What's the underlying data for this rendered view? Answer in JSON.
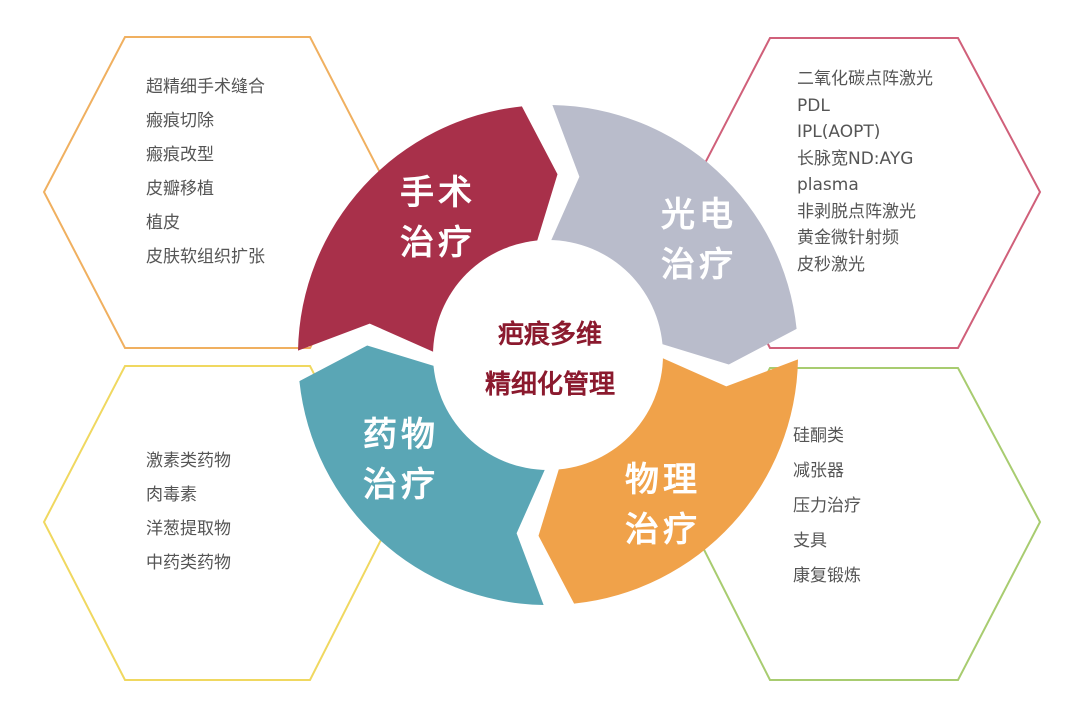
{
  "center": {
    "line1": "疤痕多维",
    "line2": "精细化管理",
    "color": "#8b1a2e"
  },
  "segments": [
    {
      "id": "surgery",
      "line1": "手术",
      "line2": "治疗",
      "color": "#a8304a"
    },
    {
      "id": "photoelectric",
      "line1": "光电",
      "line2": "治疗",
      "color": "#b9bccb"
    },
    {
      "id": "physical",
      "line1": "物理",
      "line2": "治疗",
      "color": "#f0a24a"
    },
    {
      "id": "drug",
      "line1": "药物",
      "line2": "治疗",
      "color": "#5aa6b5"
    }
  ],
  "hexagons": {
    "surgery": {
      "color": "#f0b060",
      "items": [
        "超精细手术缝合",
        "瘢痕切除",
        "瘢痕改型",
        "皮瓣移植",
        "植皮",
        "皮肤软组织扩张"
      ]
    },
    "photoelectric": {
      "color": "#d0607a",
      "items": [
        "二氧化碳点阵激光",
        "PDL",
        "IPL(AOPT)",
        "长脉宽ND:AYG",
        "plasma",
        "非剥脱点阵激光",
        "黄金微针射频",
        "皮秒激光"
      ]
    },
    "drug": {
      "color": "#f0d860",
      "items": [
        "激素类药物",
        "肉毒素",
        "洋葱提取物",
        "中药类药物"
      ]
    },
    "physical": {
      "color": "#a8cc70",
      "items": [
        "硅酮类",
        "减张器",
        "压力治疗",
        "支具",
        "康复锻炼"
      ]
    }
  }
}
